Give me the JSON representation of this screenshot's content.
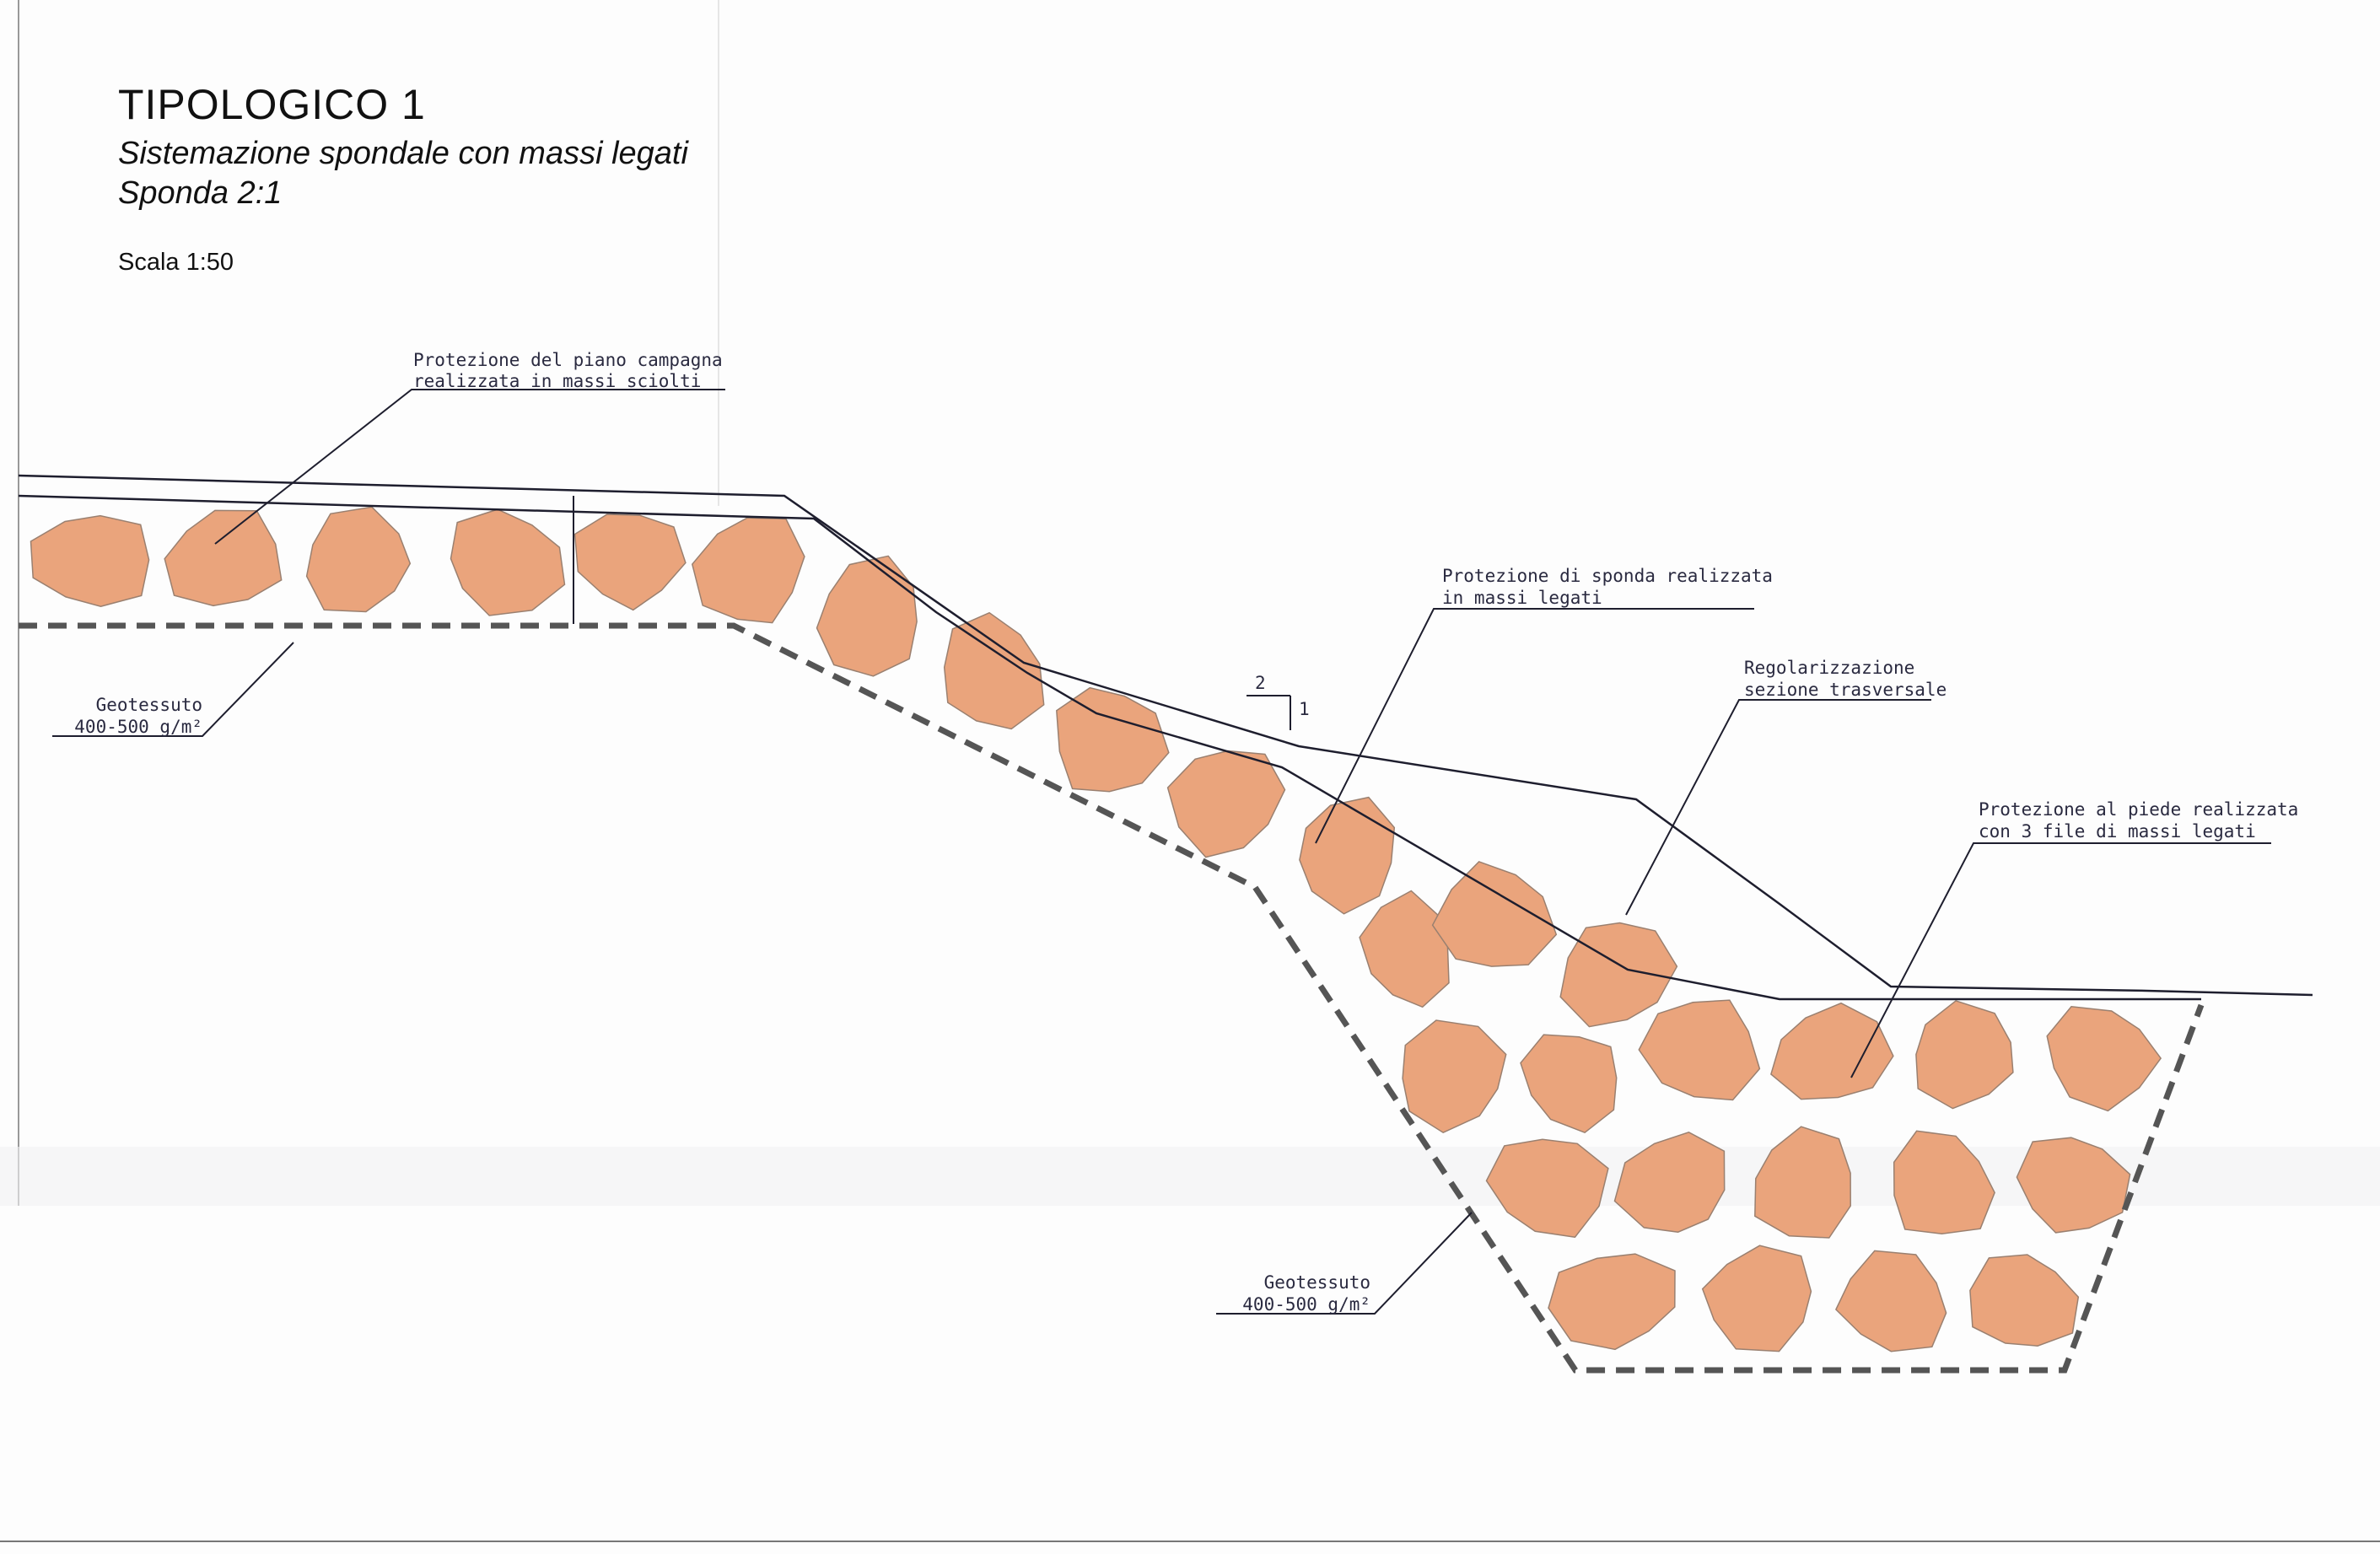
{
  "title": "TIPOLOGICO 1",
  "subtitle": "Sistemazione spondale con massi legati",
  "slope_line": "Sponda 2:1",
  "scale": "Scala 1:50",
  "labels": {
    "piano_campagna": [
      "Protezione del piano campagna",
      "realizzata in massi sciolti"
    ],
    "sponda": [
      "Protezione di sponda realizzata",
      "in massi legati"
    ],
    "regolarizzazione": [
      "Regolarizzazione",
      "sezione trasversale"
    ],
    "piede": [
      "Protezione al piede realizzata",
      "con 3 file di massi legati"
    ],
    "geotessuto_left": [
      "Geotessuto",
      "400-500 g/m²"
    ],
    "geotessuto_bottom": [
      "Geotessuto",
      "400-500 g/m²"
    ]
  },
  "slope_marker": {
    "horizontal": "2",
    "vertical": "1"
  },
  "colors": {
    "boulder": "#eaa47c",
    "boulder_edge": "#9a8070",
    "line": "#1e1e2e",
    "dashed": "#555555"
  }
}
